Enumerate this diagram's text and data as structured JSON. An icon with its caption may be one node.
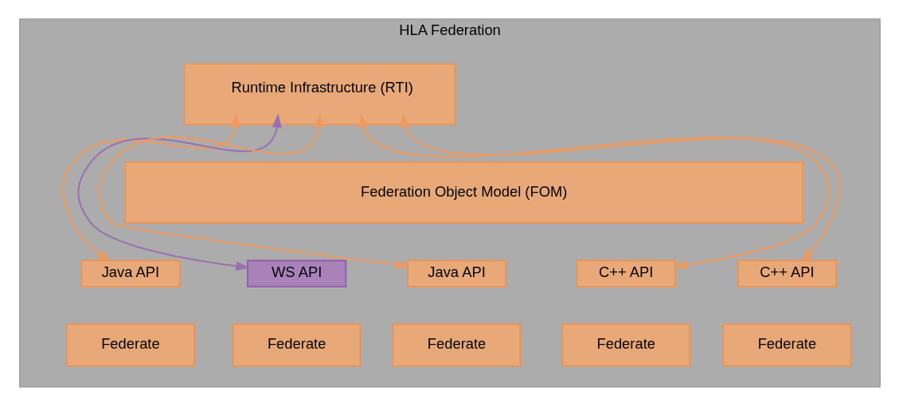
{
  "diagram": {
    "nodes": [
      {
        "text": [
          "HLA Federation"
        ]
      },
      {
        "text": [
          "Runtime Infrastructure (RTI)"
        ],
        "in": 0
      },
      {
        "text": [
          "Federation Object Model (FOM)"
        ],
        "in": 0
      },
      {
        "text": [
          "Java API"
        ],
        "in": 0
      },
      {
        "text": [
          "Federate"
        ],
        "in": 0
      },
      {
        "text": [
          "WS API"
        ],
        "in": 0
      },
      {
        "text": [
          "Federate"
        ],
        "in": 0
      },
      {
        "text": [
          "Java API"
        ],
        "in": 0
      },
      {
        "text": [
          "Federate"
        ],
        "in": 0
      },
      {
        "text": [
          "C++ API"
        ],
        "in": 0
      },
      {
        "text": [
          "Federate"
        ],
        "in": 0
      },
      {
        "text": [
          "C++ API"
        ],
        "in": 0
      },
      {
        "text": [
          "Federate"
        ],
        "in": 0
      }
    ],
    "edges": [
      {
        "from": 1,
        "to": 3,
        "arrow": "both"
      },
      {
        "from": 1,
        "to": 5,
        "arrow": "both",
        "color": "#9b70b0"
      },
      {
        "from": 1,
        "to": 7,
        "arrow": "both"
      },
      {
        "from": 1,
        "to": 9,
        "arrow": "both"
      },
      {
        "from": 1,
        "to": 11,
        "arrow": "both"
      }
    ]
  }
}
